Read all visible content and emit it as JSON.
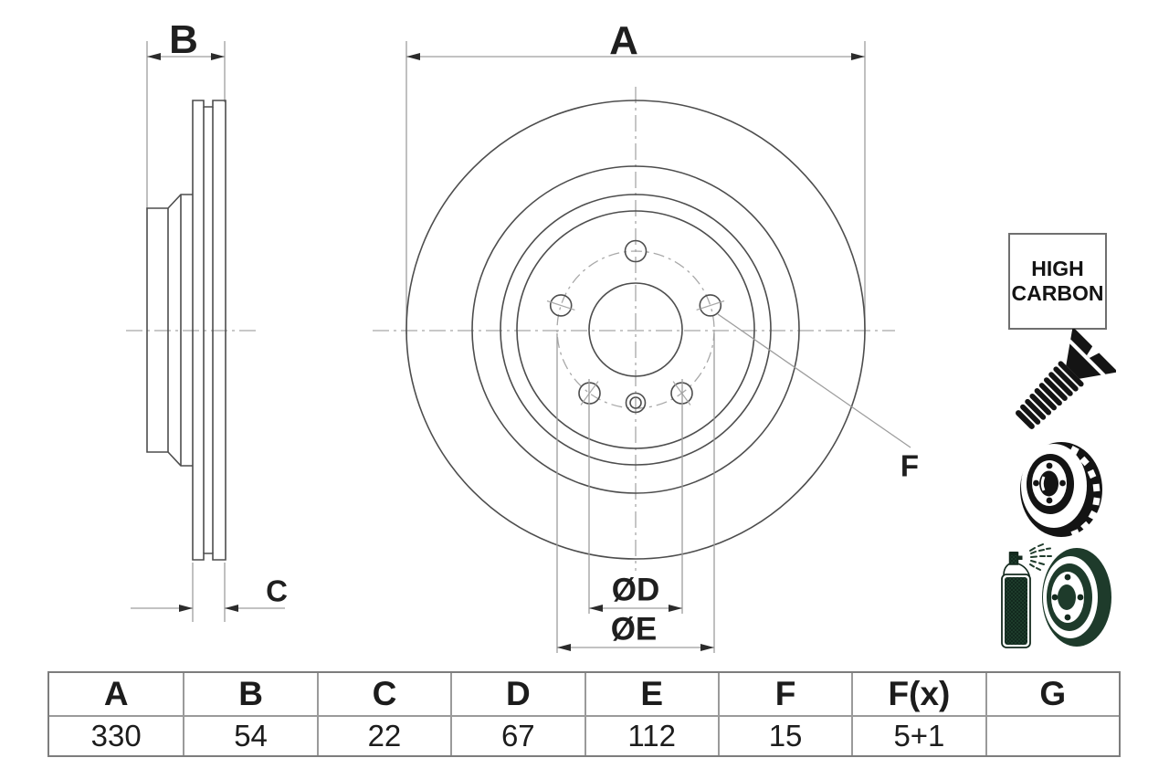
{
  "drawing": {
    "dim_labels": {
      "a": "A",
      "b": "B",
      "c": "C",
      "f": "F",
      "d": "ØD",
      "e": "ØE"
    },
    "views": [
      "brake-disc-section-view",
      "brake-disc-front-view"
    ]
  },
  "badge": {
    "line1": "HIGH",
    "line2": "CARBON"
  },
  "icons": [
    "countersunk-screw-icon",
    "vented-brake-disc-icon",
    "coated-disc-spray-icon"
  ],
  "table": {
    "headers": [
      "A",
      "B",
      "C",
      "D",
      "E",
      "F",
      "F(x)",
      "G"
    ],
    "values": [
      "330",
      "54",
      "22",
      "67",
      "112",
      "15",
      "5+1",
      ""
    ]
  },
  "colors": {
    "ink": "#1f1f1f",
    "part": "#4d4d4d",
    "dim": "#9d9d9d",
    "cl": "#a8a8a8",
    "arrow": "#2b2b2b",
    "tbl-border": "#7d7d7d",
    "icon-black": "#141414",
    "icon-green": "#20402e"
  }
}
